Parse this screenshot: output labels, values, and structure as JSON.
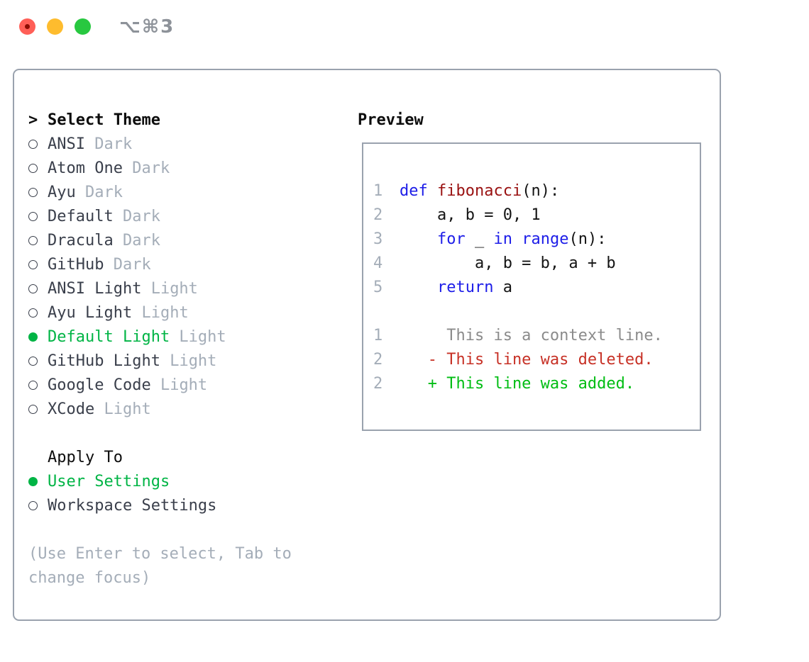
{
  "window": {
    "title": "⌥⌘3"
  },
  "theme_picker": {
    "prompt": ">",
    "title": "Select Theme",
    "items": [
      {
        "name": "ANSI",
        "variant": "Dark",
        "selected": false
      },
      {
        "name": "Atom One",
        "variant": "Dark",
        "selected": false
      },
      {
        "name": "Ayu",
        "variant": "Dark",
        "selected": false
      },
      {
        "name": "Default",
        "variant": "Dark",
        "selected": false
      },
      {
        "name": "Dracula",
        "variant": "Dark",
        "selected": false
      },
      {
        "name": "GitHub",
        "variant": "Dark",
        "selected": false
      },
      {
        "name": "ANSI Light",
        "variant": "Light",
        "selected": false
      },
      {
        "name": "Ayu Light",
        "variant": "Light",
        "selected": false
      },
      {
        "name": "Default Light",
        "variant": "Light",
        "selected": true
      },
      {
        "name": "GitHub Light",
        "variant": "Light",
        "selected": false
      },
      {
        "name": "Google Code",
        "variant": "Light",
        "selected": false
      },
      {
        "name": "XCode",
        "variant": "Light",
        "selected": false
      }
    ],
    "apply_to": {
      "label": "Apply To",
      "options": [
        {
          "label": "User Settings",
          "selected": true
        },
        {
          "label": "Workspace Settings",
          "selected": false
        }
      ]
    },
    "hint_lines": [
      "(Use Enter to select, Tab to",
      "change focus)"
    ]
  },
  "preview": {
    "label": "Preview",
    "lines": [
      {
        "num": "1",
        "segments": [
          {
            "text": "def",
            "color": "keyword_blue"
          },
          {
            "text": " ",
            "color": "code_text"
          },
          {
            "text": "fibonacci",
            "color": "function_red"
          },
          {
            "text": "(n):",
            "color": "code_text"
          }
        ]
      },
      {
        "num": "2",
        "segments": [
          {
            "text": "    a, b = 0, 1",
            "color": "code_text"
          }
        ]
      },
      {
        "num": "3",
        "segments": [
          {
            "text": "    ",
            "color": "code_text"
          },
          {
            "text": "for",
            "color": "keyword_blue"
          },
          {
            "text": " _ ",
            "color": "code_text"
          },
          {
            "text": "in",
            "color": "keyword_blue"
          },
          {
            "text": " ",
            "color": "code_text"
          },
          {
            "text": "range",
            "color": "keyword_blue"
          },
          {
            "text": "(n):",
            "color": "code_text"
          }
        ]
      },
      {
        "num": "4",
        "segments": [
          {
            "text": "        a, b = b, a + b",
            "color": "code_text"
          }
        ]
      },
      {
        "num": "5",
        "segments": [
          {
            "text": "    ",
            "color": "code_text"
          },
          {
            "text": "return",
            "color": "keyword_blue"
          },
          {
            "text": " a",
            "color": "code_text"
          }
        ]
      },
      {
        "num": "",
        "segments": []
      },
      {
        "num": "1",
        "segments": [
          {
            "text": "     This is a context line.",
            "color": "context_gray"
          }
        ]
      },
      {
        "num": "2",
        "segments": [
          {
            "text": "   - This line was deleted.",
            "color": "deleted_red"
          }
        ]
      },
      {
        "num": "2",
        "segments": [
          {
            "text": "   + This line was added.",
            "color": "added_green"
          }
        ]
      }
    ]
  },
  "colors": {
    "accent_green": "#00b445",
    "keyword_blue": "#1d1de8",
    "function_red": "#991111",
    "code_text": "#141414",
    "line_number_gray": "#a4adb8",
    "context_gray": "#8b8b8b",
    "deleted_red": "#c73126",
    "added_green": "#00bd13",
    "item_text": "#3a3f4b",
    "muted_gray": "#a4adb8",
    "traffic_red": "#ff5f57",
    "traffic_red_dot": "#8c0d03",
    "traffic_yellow": "#febc2e",
    "traffic_green": "#28c840"
  }
}
